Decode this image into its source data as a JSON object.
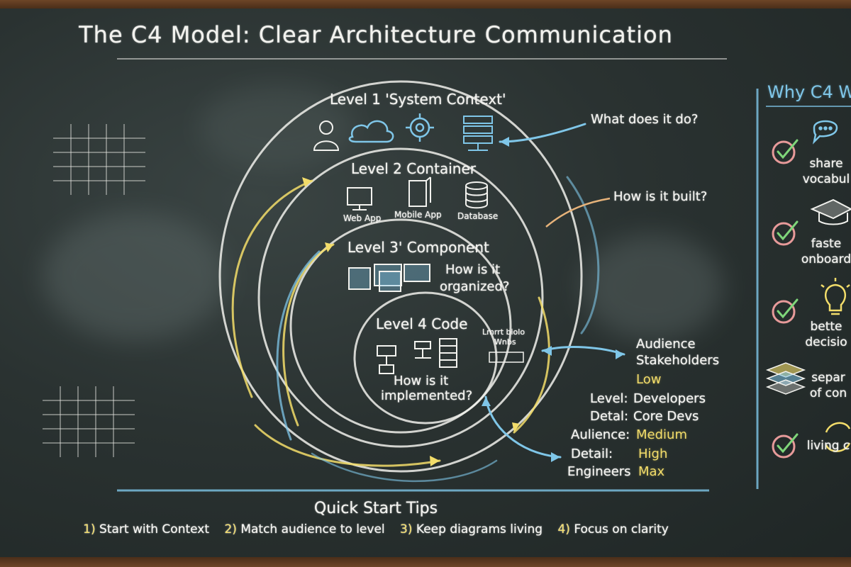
{
  "title": "The C4 Model: Clear Architecture Communication",
  "levels": {
    "l1": "Level 1 'System Context'",
    "l2": "Level 2 Container",
    "l3": "Level 3' Component",
    "l4": "Level 4 Code"
  },
  "container_icons": {
    "web": "Web App",
    "mobile": "Mobile App",
    "db": "Database"
  },
  "code_scribble": {
    "line1": "Lmrrt biolo",
    "line2": "Wnbs"
  },
  "questions": {
    "q1": "What does it do?",
    "q2": "How is it built?",
    "q3a": "How is it",
    "q3b": "organized?",
    "q4a": "How is it",
    "q4b": "implemented?"
  },
  "audience_notes": {
    "a1": "Audience",
    "a2": "Stakeholders",
    "a3": "Low",
    "a4_label": "Level:",
    "a4_value": "Developers",
    "a5_label": "Detal:",
    "a5_value": "Core Devs",
    "a6_label": "Aulience:",
    "a6_value": "Medium",
    "a7_label": "Detail:",
    "a7_value": "High",
    "a8_label": "Engineers",
    "a8_value": "Max"
  },
  "why_panel": {
    "title": "Why C4 W",
    "items": [
      {
        "line1": "share",
        "line2": "vocabul",
        "icon": "speech-bubbles-icon"
      },
      {
        "line1": "faste",
        "line2": "onboard",
        "icon": "graduation-cap-icon"
      },
      {
        "line1": "bette",
        "line2": "decisio",
        "icon": "lightbulb-icon"
      },
      {
        "line1": "separ",
        "line2": "of con",
        "icon": "layers-icon"
      },
      {
        "line1": "living c",
        "line2": "",
        "icon": "refresh-arrows-icon"
      }
    ]
  },
  "tips": {
    "heading": "Quick Start Tips",
    "items": [
      {
        "num": "1)",
        "text": "Start with Context"
      },
      {
        "num": "2)",
        "text": "Match audience to level"
      },
      {
        "num": "3)",
        "text": "Keep diagrams living"
      },
      {
        "num": "4)",
        "text": "Focus on clarity"
      }
    ]
  },
  "colors": {
    "chalk_white": "#f2f2ee",
    "chalk_yellow": "#f3dd6a",
    "chalk_blue": "#7fc6e8",
    "board": "#2a3231"
  }
}
